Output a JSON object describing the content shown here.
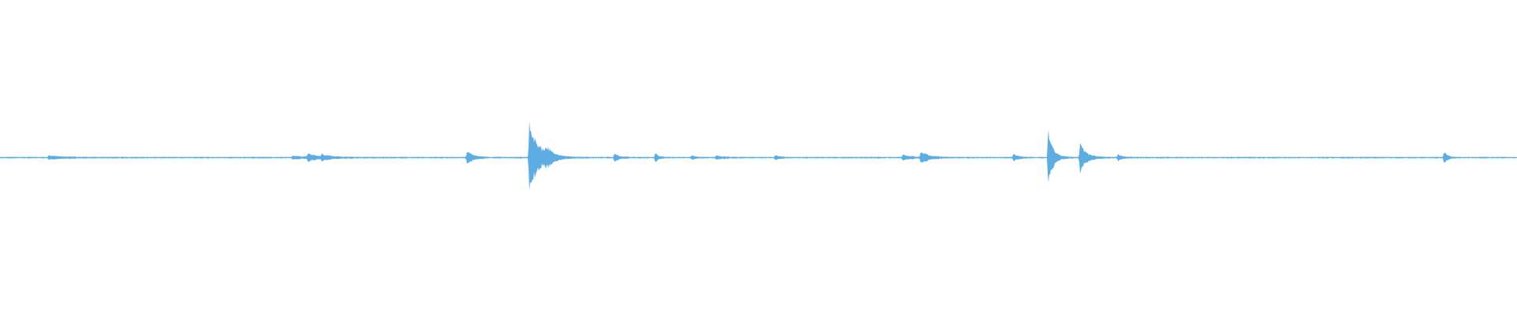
{
  "waveform": {
    "color": "#5dade2",
    "background": "#ffffff",
    "duration": 1,
    "baseline_amplitude": 0.004,
    "bursts": [
      {
        "t": 0.032,
        "amp": 0.012,
        "decay": 0.01
      },
      {
        "t": 0.193,
        "amp": 0.01,
        "decay": 0.01
      },
      {
        "t": 0.203,
        "amp": 0.022,
        "decay": 0.006
      },
      {
        "t": 0.212,
        "amp": 0.016,
        "decay": 0.006
      },
      {
        "t": 0.308,
        "amp": 0.045,
        "decay": 0.004
      },
      {
        "t": 0.349,
        "amp": 0.25,
        "decay": 0.006
      },
      {
        "t": 0.36,
        "amp": 0.05,
        "decay": 0.004
      },
      {
        "t": 0.405,
        "amp": 0.028,
        "decay": 0.003
      },
      {
        "t": 0.432,
        "amp": 0.03,
        "decay": 0.002
      },
      {
        "t": 0.456,
        "amp": 0.012,
        "decay": 0.003
      },
      {
        "t": 0.472,
        "amp": 0.012,
        "decay": 0.004
      },
      {
        "t": 0.511,
        "amp": 0.015,
        "decay": 0.003
      },
      {
        "t": 0.595,
        "amp": 0.02,
        "decay": 0.005
      },
      {
        "t": 0.607,
        "amp": 0.045,
        "decay": 0.005
      },
      {
        "t": 0.668,
        "amp": 0.025,
        "decay": 0.003
      },
      {
        "t": 0.691,
        "amp": 0.19,
        "decay": 0.003
      },
      {
        "t": 0.712,
        "amp": 0.09,
        "decay": 0.004
      },
      {
        "t": 0.737,
        "amp": 0.018,
        "decay": 0.003
      },
      {
        "t": 0.952,
        "amp": 0.045,
        "decay": 0.002
      }
    ]
  }
}
